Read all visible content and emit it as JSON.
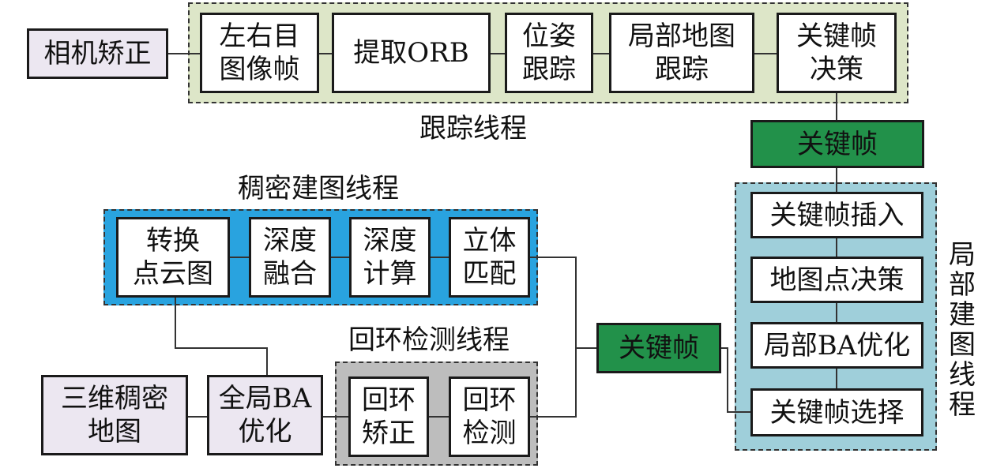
{
  "regions": {
    "tracking_label": "跟踪线程",
    "dense_label": "稠密建图线程",
    "loop_label": "回环检测线程",
    "local_label": "局\n部\n建\n图\n线\n程"
  },
  "nodes": {
    "camera_rectify": "相机矫正",
    "lr_frames": "左右目\n图像帧",
    "extract_orb": "提取ORB",
    "pose_tracking": "位姿\n跟踪",
    "local_map_tracking": "局部地图\n跟踪",
    "keyframe_decision": "关键帧\n决策",
    "keyframe_top": "关键帧",
    "keyframe_insert": "关键帧插入",
    "mappoint_decision": "地图点决策",
    "local_ba": "局部BA优化",
    "keyframe_select": "关键帧选择",
    "keyframe_mid": "关键帧",
    "to_pointcloud": "转换\n点云图",
    "depth_fusion": "深度\n融合",
    "depth_compute": "深度\n计算",
    "stereo_match": "立体\n匹配",
    "dense_map_3d": "三维稠密\n地图",
    "global_ba": "全局BA\n优化",
    "loop_correct": "回环\n矫正",
    "loop_detect": "回环\n检测"
  },
  "colors": {
    "tracking_bg": "#dde6c8",
    "dense_bg": "#29a3df",
    "loop_bg": "#bdbdbd",
    "local_bg": "#9fcfda",
    "keyframe_green": "#22914a",
    "io_box": "#ece7f1"
  }
}
